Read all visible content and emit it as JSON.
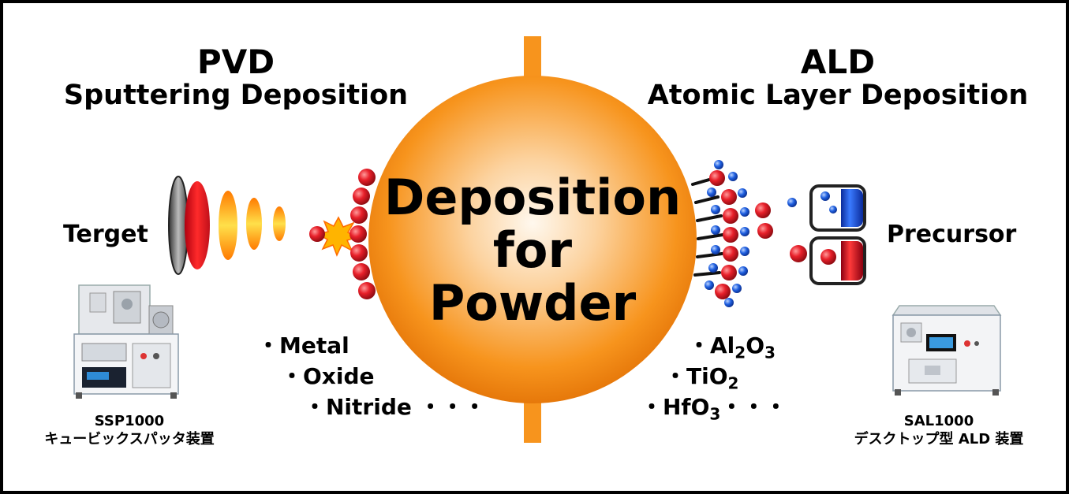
{
  "pvd": {
    "title": "PVD",
    "subtitle": "Sputtering Deposition",
    "target_label": "Terget",
    "materials": [
      "・Metal",
      "・Oxide",
      "・Nitride ・・・"
    ],
    "device_model": "SSP1000",
    "device_name": "キュービックスパッタ装置"
  },
  "ald": {
    "title": "ALD",
    "subtitle": "Atomic Layer Deposition",
    "precursor_label": "Precursor",
    "materials": [
      {
        "prefix": "・Al",
        "sub1": "2",
        "mid": "O",
        "sub2": "3",
        "suffix": ""
      },
      {
        "prefix": "・TiO",
        "sub1": "2",
        "mid": "",
        "sub2": "",
        "suffix": ""
      },
      {
        "prefix": "・HfO",
        "sub1": "3",
        "mid": "",
        "sub2": "",
        "suffix": "・・・"
      }
    ],
    "device_model": "SAL1000",
    "device_name": "デスクトップ型 ALD 装置"
  },
  "center": {
    "line1": "Deposition",
    "line2": "for",
    "line3": "Powder"
  },
  "colors": {
    "sphere": "#f7941d",
    "sphere_highlight": "#fff6e8",
    "atom_red": "#e8202a",
    "atom_blue": "#1e5fe0",
    "border": "#000000"
  }
}
